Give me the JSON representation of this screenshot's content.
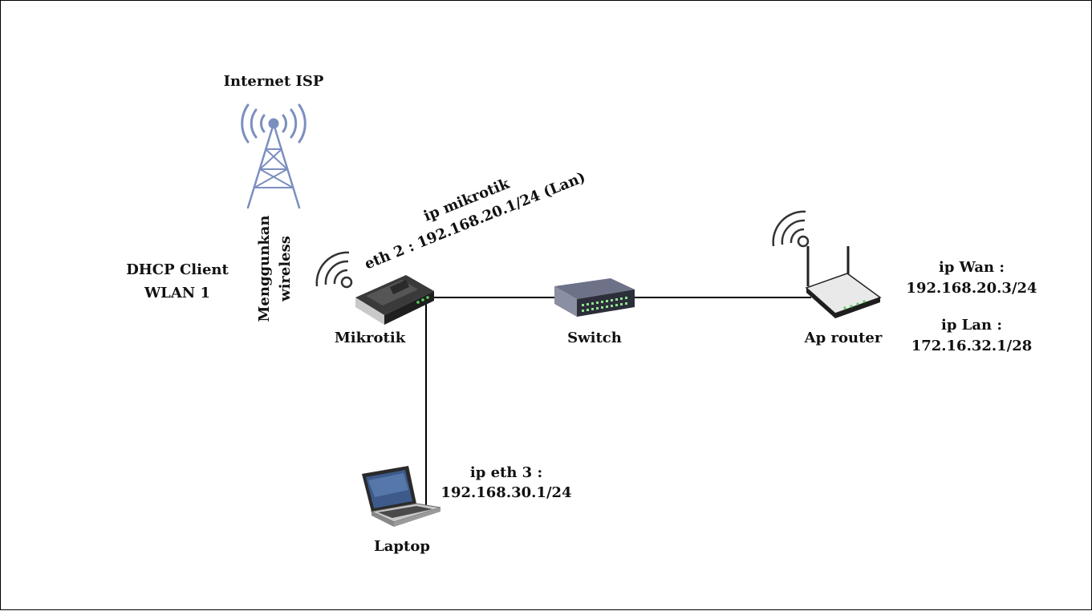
{
  "nodes": {
    "isp": {
      "label": "Internet ISP"
    },
    "mikrotik": {
      "label": "Mikrotik"
    },
    "switch": {
      "label": "Switch"
    },
    "ap_router": {
      "label": "Ap router"
    },
    "laptop": {
      "label": "Laptop"
    }
  },
  "annotations": {
    "dhcp_line1": "DHCP Client",
    "dhcp_line2": "WLAN 1",
    "wireless_line1": "Menggunkan",
    "wireless_line2": "wireless",
    "mikrotik_ip_line1": "ip mikrotik",
    "mikrotik_ip_line2": "eth 2 : 192.168.20.1/24 (Lan)",
    "wan_line1": "ip Wan :",
    "wan_line2": "192.168.20.3/24",
    "lan_line1": "ip Lan :",
    "lan_line2": "172.16.32.1/28",
    "eth3_line1": "ip eth 3 :",
    "eth3_line2": "192.168.30.1/24"
  },
  "colors": {
    "tower": "#7b8fbf",
    "line": "#000000",
    "device_dark": "#2b2b2b",
    "wifi": "#333333"
  }
}
